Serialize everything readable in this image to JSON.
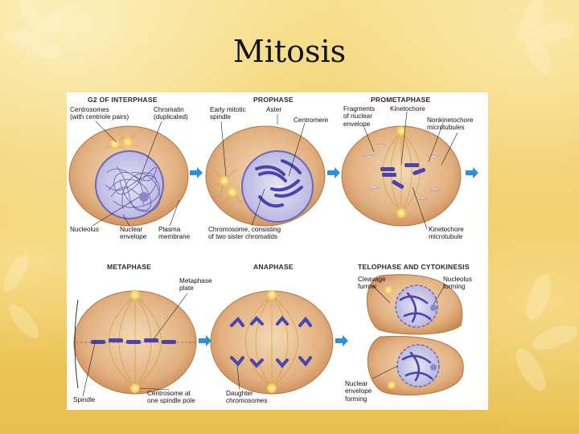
{
  "slide": {
    "title": "Mitosis"
  },
  "panels": {
    "interphase": {
      "title": "G2 OF INTERPHASE"
    },
    "prophase": {
      "title": "PROPHASE"
    },
    "prometaphase": {
      "title": "PROMETAPHASE"
    },
    "metaphase": {
      "title": "METAPHASE"
    },
    "anaphase": {
      "title": "ANAPHASE"
    },
    "telophase": {
      "title": "TELOPHASE AND CYTOKINESIS"
    }
  },
  "labels": {
    "centrosomes": "Centrosomes\n(with centriole pairs)",
    "chromatin": "Chromatin\n(duplicated)",
    "nucleolus": "Nucleolus",
    "nuclear_envelope": "Nuclear\nenvelope",
    "plasma_membrane": "Plasma\nmembrane",
    "early_spindle": "Early mitotic\nspindle",
    "aster": "Aster",
    "centromere": "Centromere",
    "chromosome": "Chromosome, consisting\nof two sister chromatids",
    "fragments": "Fragments\nof nuclear\nenvelope",
    "kinetochore": "Kinetochore",
    "nonkinetochore": "Nonkinetochore\nmicrotubules",
    "kinetochore_mt": "Kinetochore\nmicrotubule",
    "metaphase_plate": "Metaphase\nplate",
    "spindle": "Spindle",
    "centrosome_pole": "Centrosome at\none spindle pole",
    "daughter": "Daughter\nchromosomes",
    "cleavage": "Cleavage\nfurrow",
    "nucleolus_forming": "Nucleolus\nforming",
    "envelope_forming": "Nuclear\nenvelope\nforming"
  }
}
